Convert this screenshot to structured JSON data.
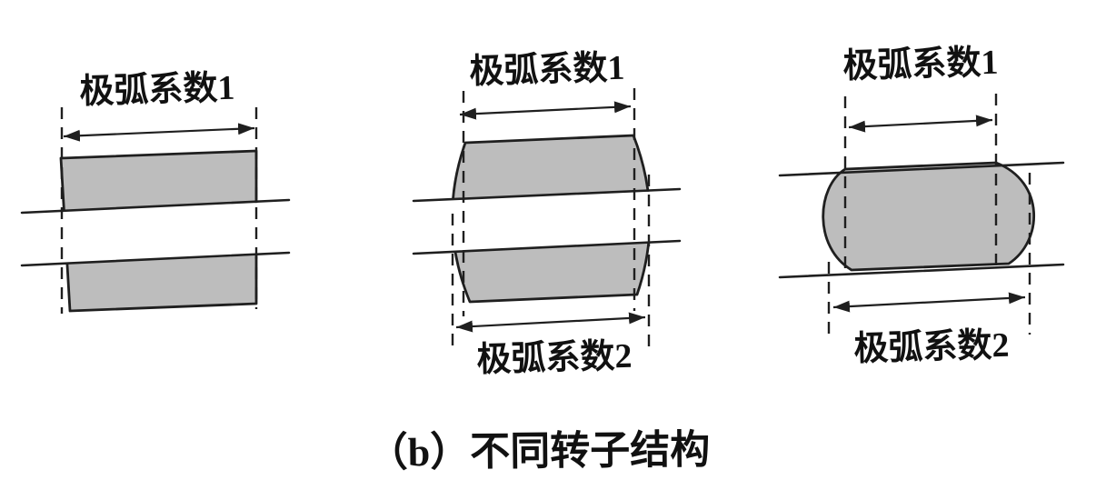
{
  "figure": {
    "caption": "（b）不同转子结构",
    "panels": [
      {
        "name": "straight-pole-rotor",
        "label_top": "极弧系数1"
      },
      {
        "name": "barrel-pole-rotor",
        "label_top": "极弧系数1",
        "label_bottom": "极弧系数2"
      },
      {
        "name": "round-ended-pole-rotor",
        "label_top": "极弧系数1",
        "label_bottom": "极弧系数2"
      }
    ],
    "colors": {
      "background": "#ffffff",
      "magnet_fill": "#bdbdbd",
      "ink": "#1f1f1f"
    }
  }
}
